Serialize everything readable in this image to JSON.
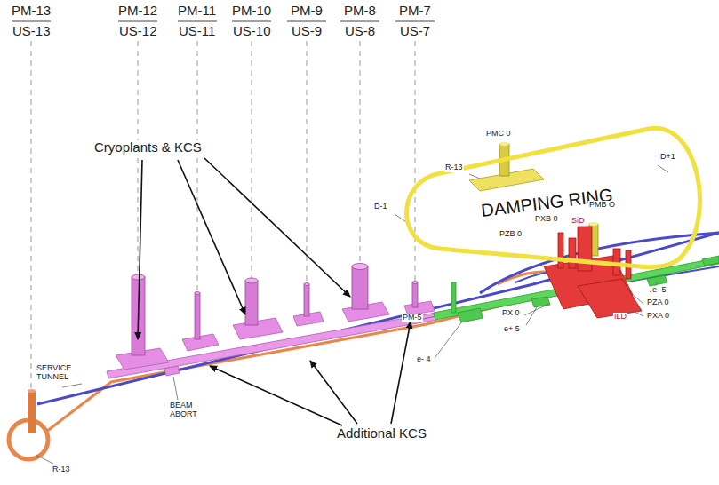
{
  "diagram": {
    "nodes": [
      {
        "text": [
          "DAMPING RING"
        ]
      }
    ],
    "labels": [
      "PM-13",
      "US-13",
      "PM-12",
      "US-12",
      "PM-11",
      "US-11",
      "PM-10",
      "US-10",
      "PM-9",
      "US-9",
      "PM-8",
      "US-8",
      "PM-7",
      "US-7",
      "PMC 0",
      "R-13",
      "D+1",
      "Cryoplants & KCS",
      "D-1",
      "PMB O",
      "PXB 0",
      "SiD",
      "PZB 0",
      "e- 5",
      "PZA 0",
      "PXA 0",
      "ILD",
      "PX 0",
      "PM-5",
      "e+ 5",
      "e- 4",
      "SERVICE TUNNEL",
      "BEAM ABORT",
      "Additional KCS",
      "R-13"
    ]
  }
}
